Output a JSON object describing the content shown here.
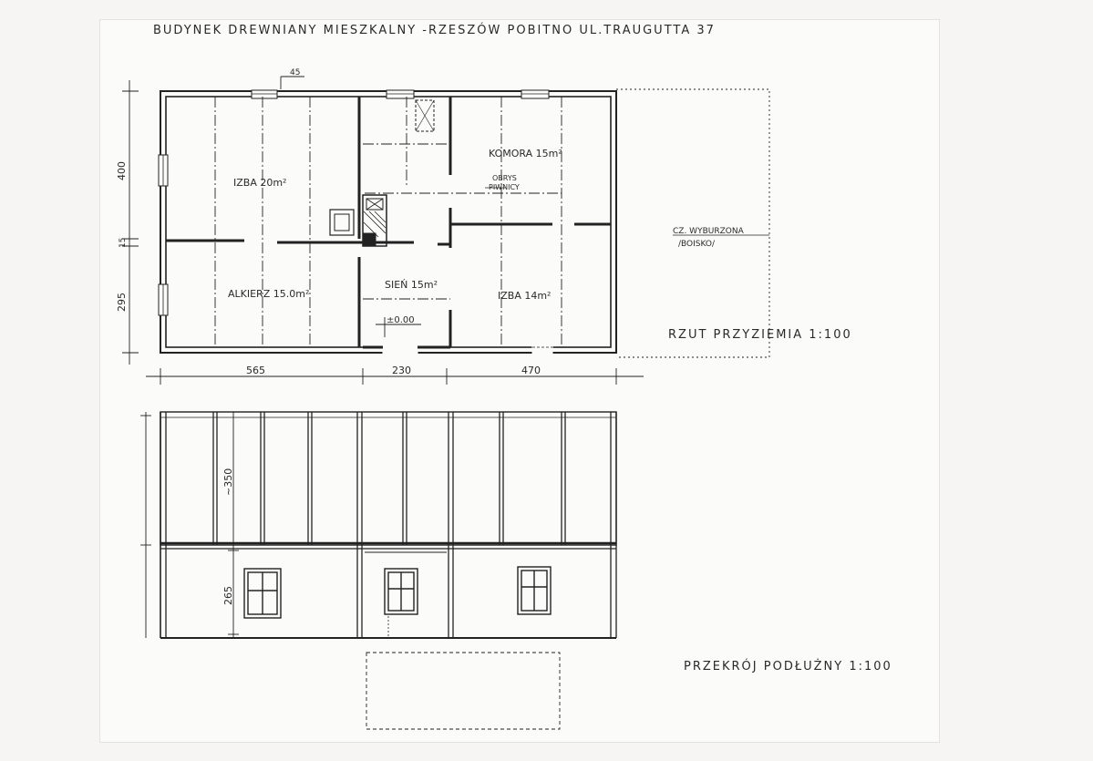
{
  "title": "BUDYNEK DREWNIANY MIESZKALNY -RZESZÓW POBITNO UL.TRAUGUTTA 37",
  "plan": {
    "label": "RZUT PRZYZIEMIA      1:100",
    "rooms": {
      "izba1": "IZBA 20m²",
      "alkierz": "ALKIERZ 15.0m²",
      "sien": "SIEŃ 15m²",
      "komora": "KOMORA 15m²",
      "izba2": "IZBA 14m²"
    },
    "notes": {
      "obrys_1": "OBRYS",
      "obrys_2": "PIWNICY",
      "wyburzona_1": "CZ. WYBURZONA",
      "wyburzona_2": "/BOISKO/",
      "level": "±0.00",
      "wall": "45"
    },
    "dims": {
      "h1": "565",
      "h2": "230",
      "h3": "470",
      "v1": "400",
      "v2": "15",
      "v3": "295"
    }
  },
  "section": {
    "label": "PRZEKRÓJ PODŁUŻNY    1:100",
    "dim_upper": "~350",
    "dim_lower": "265"
  }
}
